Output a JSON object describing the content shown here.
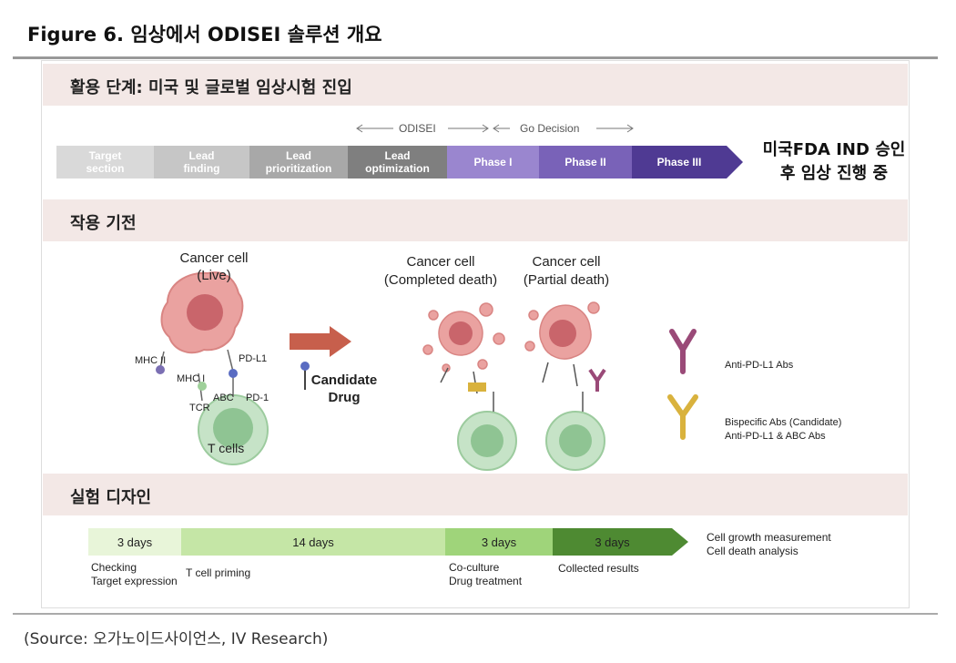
{
  "figure_title": "Figure 6. 임상에서 ODISEI 솔루션 개요",
  "source": "(Source: 오가노이드사이언스, IV Research)",
  "section1": {
    "title": "활용 단계: 미국 및 글로벌 임상시험 진입",
    "odisei_label": "ODISEI",
    "go_label": "Go Decision",
    "stages": [
      {
        "label": "Target\nsection",
        "color": "#d9d9d9"
      },
      {
        "label": "Lead\nfinding",
        "color": "#c6c6c6"
      },
      {
        "label": "Lead\nprioritization",
        "color": "#a8a8a8"
      },
      {
        "label": "Lead\noptimization",
        "color": "#7f7f7f"
      },
      {
        "label": "Phase I",
        "color": "#9a86cf"
      },
      {
        "label": "Phase II",
        "color": "#7962b8"
      },
      {
        "label": "Phase III",
        "color": "#4f3a93"
      }
    ],
    "status_line1": "미국FDA IND 승인",
    "status_line2": "후 임상 진행 중"
  },
  "section2": {
    "title": "작용 기전",
    "live_cell": "Cancer cell\n(Live)",
    "completed_cell": "Cancer cell\n(Completed death)",
    "partial_cell": "Cancer cell\n(Partial death)",
    "labels": {
      "mhc2": "MHC II",
      "mhc1": "MHC I",
      "pdl1": "PD-L1",
      "tcr": "TCR",
      "abc": "ABC",
      "pd1": "PD-1",
      "tcells": "T cells",
      "candidate": "Candidate\nDrug"
    },
    "legend": [
      {
        "text": "Anti-PD-L1 Abs",
        "color": "#9a4a78"
      },
      {
        "text": "Bispecific Abs (Candidate)\nAnti-PD-L1 & ABC Abs",
        "color": "#d9b23d"
      }
    ]
  },
  "section3": {
    "title": "실험 디자인",
    "segments": [
      {
        "label": "3 days",
        "color": "#e8f5d9"
      },
      {
        "label": "14 days",
        "color": "#c5e6a6"
      },
      {
        "label": "3 days",
        "color": "#9fd47a"
      },
      {
        "label": "3 days",
        "color": "#4e8a32"
      }
    ],
    "end_note": "Cell growth measurement\nCell death analysis",
    "notes": [
      "Checking\nTarget expression",
      "T cell priming",
      "Co-culture\nDrug treatment",
      "Collected results"
    ]
  }
}
